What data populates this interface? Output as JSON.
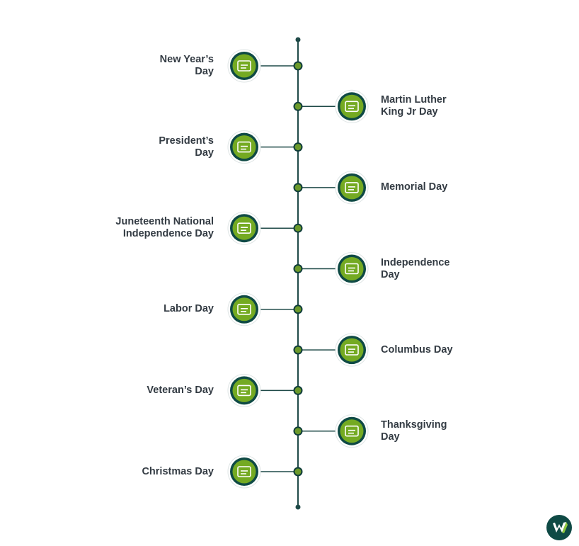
{
  "timeline": {
    "holidays": [
      {
        "lines": [
          "New Year’s",
          "Day"
        ],
        "side": "left",
        "icon": "new-year-sign-icon"
      },
      {
        "lines": [
          "Martin Luther",
          "King Jr Day"
        ],
        "side": "right",
        "icon": "mlk-sign-icon"
      },
      {
        "lines": [
          "President’s",
          "Day"
        ],
        "side": "left",
        "icon": "presidents-sign-icon"
      },
      {
        "lines": [
          "Memorial Day"
        ],
        "side": "right",
        "icon": "memorial-calendar-icon"
      },
      {
        "lines": [
          "Juneteenth National",
          "Independence Day"
        ],
        "side": "left",
        "icon": "juneteenth-sign-icon"
      },
      {
        "lines": [
          "Independence",
          "Day"
        ],
        "side": "right",
        "icon": "independence-banner-icon"
      },
      {
        "lines": [
          "Labor Day"
        ],
        "side": "left",
        "icon": "labor-day-wrench-icon"
      },
      {
        "lines": [
          "Columbus Day"
        ],
        "side": "right",
        "icon": "columbus-calendar-icon"
      },
      {
        "lines": [
          "Veteran’s Day"
        ],
        "side": "left",
        "icon": "veteran-soldier-icon"
      },
      {
        "lines": [
          "Thanksgiving",
          "Day"
        ],
        "side": "right",
        "icon": "turkey-icon"
      },
      {
        "lines": [
          "Christmas Day"
        ],
        "side": "left",
        "icon": "christmas-tree-icon"
      }
    ]
  },
  "colors": {
    "line": "#1f4a48",
    "node_fill": "#6c9a2b",
    "node_ring": "#0f3d3a",
    "icon_fill": "#74aa22",
    "icon_ring": "#0f4a45",
    "text": "#333b43",
    "brand": "#0f4a45"
  },
  "brand": {
    "icon": "brand-logo-icon"
  }
}
